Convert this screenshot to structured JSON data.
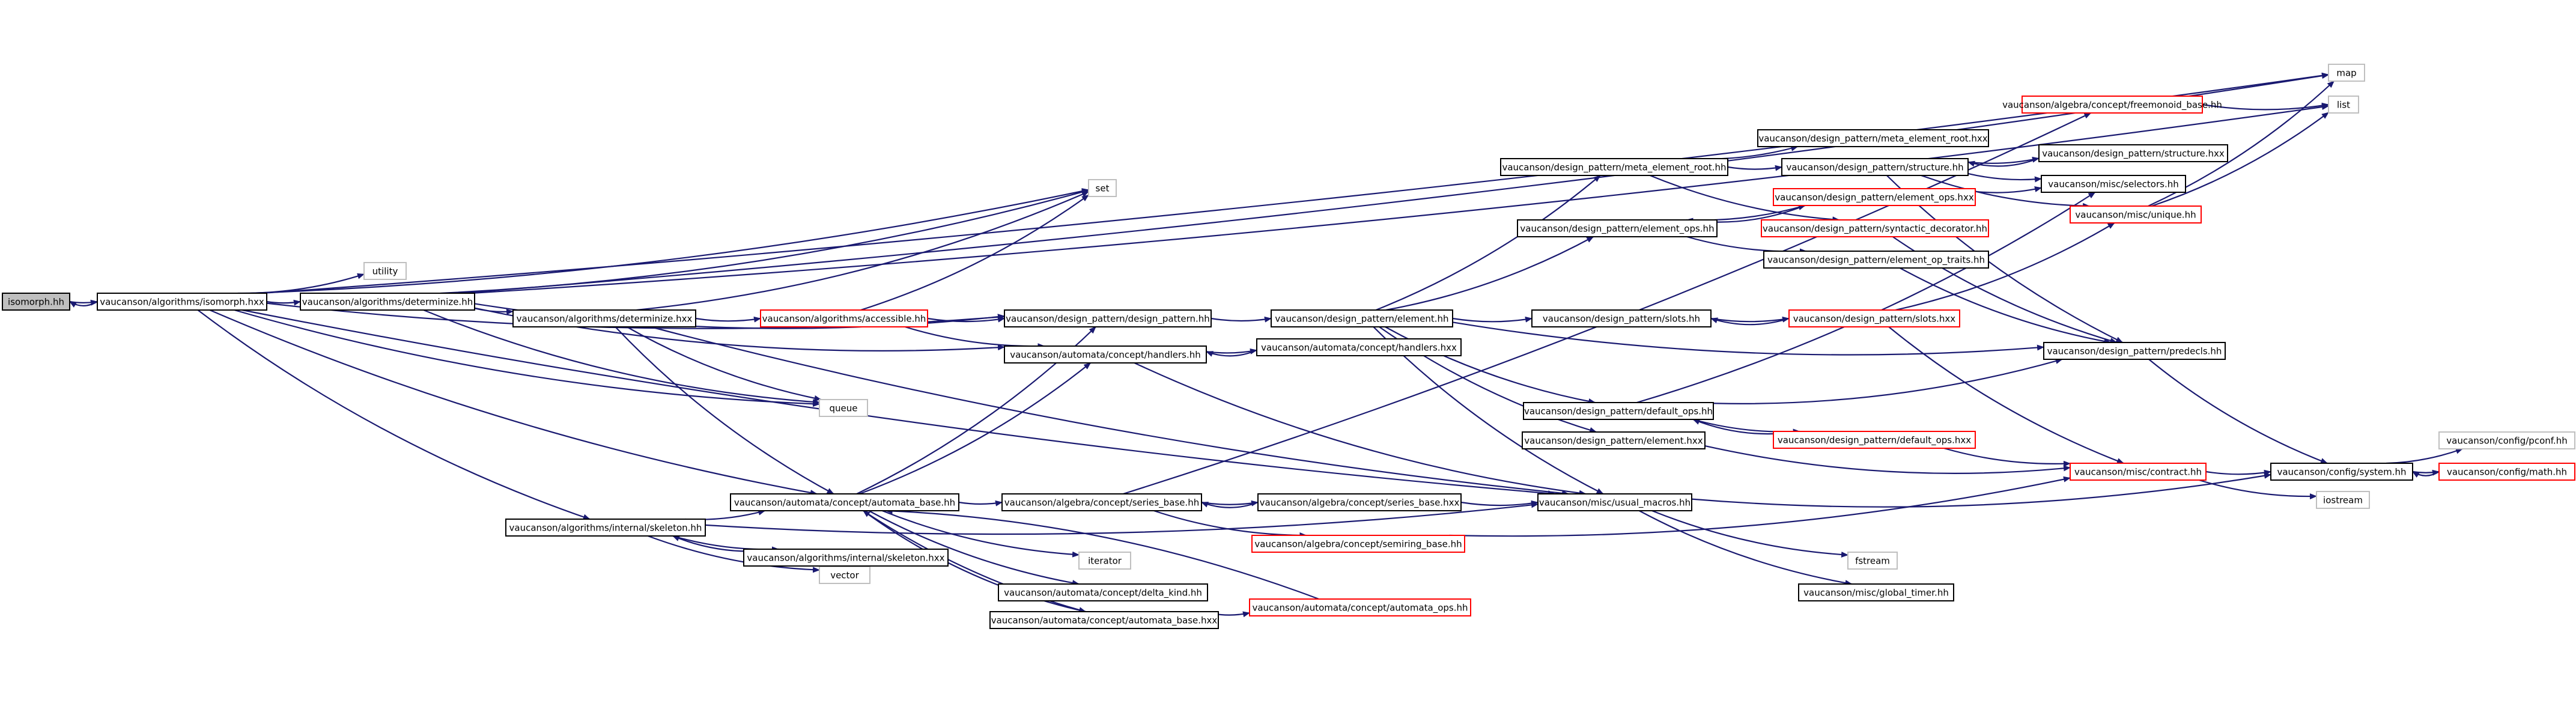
{
  "colors": {
    "edge": "#191970",
    "focus_fill": "#bfbfbf",
    "normal_border": "#000000",
    "missing_border": "#bfbfbf",
    "truncated_border": "#ff0000",
    "text": "#000000"
  },
  "nodes": [
    {
      "id": "n_isomorph",
      "label": "isomorph.hh",
      "style": "focus"
    },
    {
      "id": "n_alg_isomorph_hxx",
      "label": "vaucanson/algorithms/isomorph.hxx",
      "style": "normal"
    },
    {
      "id": "n_alg_determinize_hh",
      "label": "vaucanson/algorithms/determinize.hh",
      "style": "normal"
    },
    {
      "id": "n_utility",
      "label": "utility",
      "style": "missing"
    },
    {
      "id": "n_set",
      "label": "set",
      "style": "missing"
    },
    {
      "id": "n_map",
      "label": "map",
      "style": "missing"
    },
    {
      "id": "n_list",
      "label": "list",
      "style": "missing"
    },
    {
      "id": "n_queue",
      "label": "queue",
      "style": "missing"
    },
    {
      "id": "n_vector",
      "label": "vector",
      "style": "missing"
    },
    {
      "id": "n_iterator",
      "label": "iterator",
      "style": "missing"
    },
    {
      "id": "n_fstream",
      "label": "fstream",
      "style": "missing"
    },
    {
      "id": "n_iostream",
      "label": "iostream",
      "style": "missing"
    },
    {
      "id": "n_alg_determinize_hxx",
      "label": "vaucanson/algorithms/determinize.hxx",
      "style": "normal"
    },
    {
      "id": "n_alg_accessible",
      "label": "vaucanson/algorithms/accessible.hh",
      "style": "truncated"
    },
    {
      "id": "n_dp_design_pattern",
      "label": "vaucanson/design_pattern/design_pattern.hh",
      "style": "normal"
    },
    {
      "id": "n_auto_handlers_hh",
      "label": "vaucanson/automata/concept/handlers.hh",
      "style": "normal"
    },
    {
      "id": "n_auto_handlers_hxx",
      "label": "vaucanson/automata/concept/handlers.hxx",
      "style": "normal"
    },
    {
      "id": "n_dp_element_hh",
      "label": "vaucanson/design_pattern/element.hh",
      "style": "normal"
    },
    {
      "id": "n_alg_skeleton_hh",
      "label": "vaucanson/algorithms/internal/skeleton.hh",
      "style": "normal"
    },
    {
      "id": "n_alg_skeleton_hxx",
      "label": "vaucanson/algorithms/internal/skeleton.hxx",
      "style": "normal"
    },
    {
      "id": "n_auto_automata_base_hh",
      "label": "vaucanson/automata/concept/automata_base.hh",
      "style": "normal"
    },
    {
      "id": "n_alg_series_base_hh",
      "label": "vaucanson/algebra/concept/series_base.hh",
      "style": "normal"
    },
    {
      "id": "n_alg_series_base_hxx",
      "label": "vaucanson/algebra/concept/series_base.hxx",
      "style": "normal"
    },
    {
      "id": "n_alg_semiring_base",
      "label": "vaucanson/algebra/concept/semiring_base.hh",
      "style": "truncated"
    },
    {
      "id": "n_auto_delta_kind",
      "label": "vaucanson/automata/concept/delta_kind.hh",
      "style": "normal"
    },
    {
      "id": "n_auto_automata_base_hxx",
      "label": "vaucanson/automata/concept/automata_base.hxx",
      "style": "normal"
    },
    {
      "id": "n_auto_automata_ops",
      "label": "vaucanson/automata/concept/automata_ops.hh",
      "style": "truncated"
    },
    {
      "id": "n_misc_usual_macros",
      "label": "vaucanson/misc/usual_macros.hh",
      "style": "normal"
    },
    {
      "id": "n_misc_global_timer",
      "label": "vaucanson/misc/global_timer.hh",
      "style": "normal"
    },
    {
      "id": "n_dp_meta_element_root_hh",
      "label": "vaucanson/design_pattern/meta_element_root.hh",
      "style": "normal"
    },
    {
      "id": "n_dp_meta_element_root_hxx",
      "label": "vaucanson/design_pattern/meta_element_root.hxx",
      "style": "normal"
    },
    {
      "id": "n_dp_structure_hh",
      "label": "vaucanson/design_pattern/structure.hh",
      "style": "normal"
    },
    {
      "id": "n_dp_structure_hxx",
      "label": "vaucanson/design_pattern/structure.hxx",
      "style": "normal"
    },
    {
      "id": "n_dp_element_ops_hh",
      "label": "vaucanson/design_pattern/element_ops.hh",
      "style": "normal"
    },
    {
      "id": "n_dp_element_ops_hxx",
      "label": "vaucanson/design_pattern/element_ops.hxx",
      "style": "truncated"
    },
    {
      "id": "n_dp_syntactic_decorator",
      "label": "vaucanson/design_pattern/syntactic_decorator.hh",
      "style": "truncated"
    },
    {
      "id": "n_dp_element_op_traits",
      "label": "vaucanson/design_pattern/element_op_traits.hh",
      "style": "normal"
    },
    {
      "id": "n_dp_slots_hh",
      "label": "vaucanson/design_pattern/slots.hh",
      "style": "normal"
    },
    {
      "id": "n_dp_slots_hxx",
      "label": "vaucanson/design_pattern/slots.hxx",
      "style": "truncated"
    },
    {
      "id": "n_dp_default_ops_hh",
      "label": "vaucanson/design_pattern/default_ops.hh",
      "style": "normal"
    },
    {
      "id": "n_dp_default_ops_hxx",
      "label": "vaucanson/design_pattern/default_ops.hxx",
      "style": "truncated"
    },
    {
      "id": "n_dp_element_hxx",
      "label": "vaucanson/design_pattern/element.hxx",
      "style": "normal"
    },
    {
      "id": "n_dp_predecls",
      "label": "vaucanson/design_pattern/predecls.hh",
      "style": "normal"
    },
    {
      "id": "n_misc_selectors",
      "label": "vaucanson/misc/selectors.hh",
      "style": "normal"
    },
    {
      "id": "n_misc_unique",
      "label": "vaucanson/misc/unique.hh",
      "style": "truncated"
    },
    {
      "id": "n_misc_contract",
      "label": "vaucanson/misc/contract.hh",
      "style": "truncated"
    },
    {
      "id": "n_config_system",
      "label": "vaucanson/config/system.hh",
      "style": "normal"
    },
    {
      "id": "n_config_pconf",
      "label": "vaucanson/config/pconf.hh",
      "style": "missing"
    },
    {
      "id": "n_config_math",
      "label": "vaucanson/config/math.hh",
      "style": "truncated"
    },
    {
      "id": "n_alg_freemonoid_base",
      "label": "vaucanson/algebra/concept/freemonoid_base.hh",
      "style": "truncated"
    }
  ],
  "edges": [
    {
      "from": "n_isomorph",
      "to": "n_alg_isomorph_hxx"
    },
    {
      "from": "n_alg_isomorph_hxx",
      "to": "n_isomorph"
    },
    {
      "from": "n_alg_isomorph_hxx",
      "to": "n_alg_determinize_hh"
    },
    {
      "from": "n_alg_isomorph_hxx",
      "to": "n_utility"
    },
    {
      "from": "n_alg_isomorph_hxx",
      "to": "n_set"
    },
    {
      "from": "n_alg_isomorph_hxx",
      "to": "n_map"
    },
    {
      "from": "n_alg_isomorph_hxx",
      "to": "n_queue"
    },
    {
      "from": "n_alg_isomorph_hxx",
      "to": "n_alg_skeleton_hh"
    },
    {
      "from": "n_alg_isomorph_hxx",
      "to": "n_auto_automata_base_hh"
    },
    {
      "from": "n_alg_isomorph_hxx",
      "to": "n_misc_usual_macros"
    },
    {
      "from": "n_alg_isomorph_hxx",
      "to": "n_dp_design_pattern"
    },
    {
      "from": "n_alg_determinize_hh",
      "to": "n_alg_determinize_hxx"
    },
    {
      "from": "n_alg_determinize_hh",
      "to": "n_set"
    },
    {
      "from": "n_alg_determinize_hh",
      "to": "n_map"
    },
    {
      "from": "n_alg_determinize_hh",
      "to": "n_list"
    },
    {
      "from": "n_alg_determinize_hh",
      "to": "n_queue"
    },
    {
      "from": "n_alg_determinize_hh",
      "to": "n_auto_handlers_hh"
    },
    {
      "from": "n_alg_determinize_hh",
      "to": "n_dp_design_pattern"
    },
    {
      "from": "n_alg_determinize_hxx",
      "to": "n_alg_accessible"
    },
    {
      "from": "n_alg_determinize_hxx",
      "to": "n_set"
    },
    {
      "from": "n_alg_determinize_hxx",
      "to": "n_queue"
    },
    {
      "from": "n_alg_determinize_hxx",
      "to": "n_auto_automata_base_hh"
    },
    {
      "from": "n_alg_determinize_hxx",
      "to": "n_misc_usual_macros"
    },
    {
      "from": "n_alg_accessible",
      "to": "n_set"
    },
    {
      "from": "n_alg_accessible",
      "to": "n_dp_design_pattern"
    },
    {
      "from": "n_alg_accessible",
      "to": "n_auto_handlers_hh"
    },
    {
      "from": "n_dp_design_pattern",
      "to": "n_dp_element_hh"
    },
    {
      "from": "n_auto_handlers_hh",
      "to": "n_auto_handlers_hxx"
    },
    {
      "from": "n_auto_handlers_hh",
      "to": "n_misc_usual_macros"
    },
    {
      "from": "n_auto_handlers_hxx",
      "to": "n_auto_handlers_hh"
    },
    {
      "from": "n_alg_skeleton_hh",
      "to": "n_alg_skeleton_hxx"
    },
    {
      "from": "n_alg_skeleton_hh",
      "to": "n_vector"
    },
    {
      "from": "n_alg_skeleton_hh",
      "to": "n_auto_automata_base_hh"
    },
    {
      "from": "n_alg_skeleton_hh",
      "to": "n_misc_usual_macros"
    },
    {
      "from": "n_alg_skeleton_hxx",
      "to": "n_alg_skeleton_hh"
    },
    {
      "from": "n_auto_automata_base_hh",
      "to": "n_dp_design_pattern"
    },
    {
      "from": "n_auto_automata_base_hh",
      "to": "n_auto_handlers_hh"
    },
    {
      "from": "n_auto_automata_base_hh",
      "to": "n_alg_series_base_hh"
    },
    {
      "from": "n_auto_automata_base_hh",
      "to": "n_iterator"
    },
    {
      "from": "n_auto_automata_base_hh",
      "to": "n_auto_delta_kind"
    },
    {
      "from": "n_auto_automata_base_hh",
      "to": "n_auto_automata_base_hxx"
    },
    {
      "from": "n_alg_series_base_hh",
      "to": "n_alg_series_base_hxx"
    },
    {
      "from": "n_alg_series_base_hh",
      "to": "n_alg_semiring_base"
    },
    {
      "from": "n_alg_series_base_hh",
      "to": "n_alg_freemonoid_base"
    },
    {
      "from": "n_alg_series_base_hxx",
      "to": "n_alg_series_base_hh"
    },
    {
      "from": "n_alg_series_base_hxx",
      "to": "n_misc_usual_macros"
    },
    {
      "from": "n_alg_semiring_base",
      "to": "n_misc_contract"
    },
    {
      "from": "n_auto_automata_base_hxx",
      "to": "n_auto_automata_base_hh"
    },
    {
      "from": "n_auto_automata_base_hxx",
      "to": "n_auto_automata_ops"
    },
    {
      "from": "n_auto_automata_ops",
      "to": "n_auto_automata_base_hh"
    },
    {
      "from": "n_alg_freemonoid_base",
      "to": "n_list"
    },
    {
      "from": "n_misc_usual_macros",
      "to": "n_fstream"
    },
    {
      "from": "n_misc_usual_macros",
      "to": "n_misc_global_timer"
    },
    {
      "from": "n_misc_usual_macros",
      "to": "n_config_system"
    },
    {
      "from": "n_dp_element_hh",
      "to": "n_dp_meta_element_root_hh"
    },
    {
      "from": "n_dp_element_hh",
      "to": "n_dp_element_ops_hh"
    },
    {
      "from": "n_dp_element_hh",
      "to": "n_dp_slots_hh"
    },
    {
      "from": "n_dp_element_hh",
      "to": "n_dp_predecls"
    },
    {
      "from": "n_dp_element_hh",
      "to": "n_dp_default_ops_hh"
    },
    {
      "from": "n_dp_element_hh",
      "to": "n_dp_element_hxx"
    },
    {
      "from": "n_dp_element_hh",
      "to": "n_misc_usual_macros"
    },
    {
      "from": "n_dp_meta_element_root_hh",
      "to": "n_dp_meta_element_root_hxx"
    },
    {
      "from": "n_dp_meta_element_root_hh",
      "to": "n_dp_structure_hh"
    },
    {
      "from": "n_dp_meta_element_root_hh",
      "to": "n_dp_syntactic_decorator"
    },
    {
      "from": "n_dp_structure_hh",
      "to": "n_dp_structure_hxx"
    },
    {
      "from": "n_dp_structure_hh",
      "to": "n_misc_selectors"
    },
    {
      "from": "n_dp_structure_hh",
      "to": "n_misc_unique"
    },
    {
      "from": "n_dp_structure_hh",
      "to": "n_dp_predecls"
    },
    {
      "from": "n_dp_structure_hxx",
      "to": "n_dp_structure_hh"
    },
    {
      "from": "n_dp_element_ops_hh",
      "to": "n_dp_element_ops_hxx"
    },
    {
      "from": "n_dp_element_ops_hh",
      "to": "n_dp_element_op_traits"
    },
    {
      "from": "n_dp_element_ops_hxx",
      "to": "n_dp_element_ops_hh"
    },
    {
      "from": "n_dp_element_ops_hxx",
      "to": "n_misc_selectors"
    },
    {
      "from": "n_dp_syntactic_decorator",
      "to": "n_dp_predecls"
    },
    {
      "from": "n_dp_element_op_traits",
      "to": "n_dp_predecls"
    },
    {
      "from": "n_dp_slots_hh",
      "to": "n_dp_slots_hxx"
    },
    {
      "from": "n_dp_slots_hxx",
      "to": "n_dp_slots_hh"
    },
    {
      "from": "n_dp_slots_hxx",
      "to": "n_misc_unique"
    },
    {
      "from": "n_dp_slots_hxx",
      "to": "n_misc_contract"
    },
    {
      "from": "n_dp_default_ops_hh",
      "to": "n_dp_default_ops_hxx"
    },
    {
      "from": "n_dp_default_ops_hh",
      "to": "n_dp_predecls"
    },
    {
      "from": "n_dp_default_ops_hh",
      "to": "n_misc_selectors"
    },
    {
      "from": "n_dp_default_ops_hxx",
      "to": "n_dp_default_ops_hh"
    },
    {
      "from": "n_dp_default_ops_hxx",
      "to": "n_misc_contract"
    },
    {
      "from": "n_dp_element_hxx",
      "to": "n_misc_contract"
    },
    {
      "from": "n_dp_predecls",
      "to": "n_config_system"
    },
    {
      "from": "n_misc_unique",
      "to": "n_map"
    },
    {
      "from": "n_misc_unique",
      "to": "n_list"
    },
    {
      "from": "n_misc_contract",
      "to": "n_config_system"
    },
    {
      "from": "n_misc_contract",
      "to": "n_iostream"
    },
    {
      "from": "n_config_system",
      "to": "n_config_pconf"
    },
    {
      "from": "n_config_system",
      "to": "n_config_math"
    },
    {
      "from": "n_config_math",
      "to": "n_config_system"
    }
  ]
}
